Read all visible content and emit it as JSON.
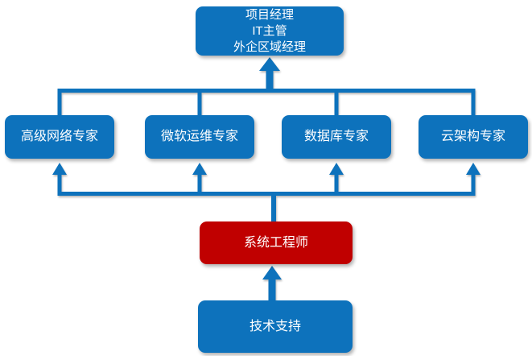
{
  "diagram": {
    "type": "org-hierarchy-flowchart",
    "title": "IT support escalation hierarchy",
    "colors": {
      "node_blue": "#0D72BC",
      "node_red": "#C00000",
      "connector": "#0D72BC",
      "text": "#FFFFFF",
      "background": "#FFFFFF"
    },
    "nodes": {
      "top": {
        "label": "项目经理\nIT主管\n外企区域经理",
        "color": "#0D72BC"
      },
      "expert1": {
        "label": "高级网络专家",
        "color": "#0D72BC"
      },
      "expert2": {
        "label": "微软运维专家",
        "color": "#0D72BC"
      },
      "expert3": {
        "label": "数据库专家",
        "color": "#0D72BC"
      },
      "expert4": {
        "label": "云架构专家",
        "color": "#0D72BC"
      },
      "engineer": {
        "label": "系统工程师",
        "color": "#C00000"
      },
      "support": {
        "label": "技术支持",
        "color": "#0D72BC"
      }
    },
    "edges": [
      {
        "from": "support",
        "to": "engineer",
        "arrow": "up"
      },
      {
        "from": "engineer",
        "to": "expert1",
        "arrow": "up"
      },
      {
        "from": "engineer",
        "to": "expert2",
        "arrow": "up"
      },
      {
        "from": "engineer",
        "to": "expert3",
        "arrow": "up"
      },
      {
        "from": "engineer",
        "to": "expert4",
        "arrow": "up"
      },
      {
        "from": "expert1",
        "to": "top",
        "arrow": "up"
      },
      {
        "from": "expert2",
        "to": "top",
        "arrow": "up"
      },
      {
        "from": "expert3",
        "to": "top",
        "arrow": "up"
      },
      {
        "from": "expert4",
        "to": "top",
        "arrow": "up"
      }
    ]
  }
}
